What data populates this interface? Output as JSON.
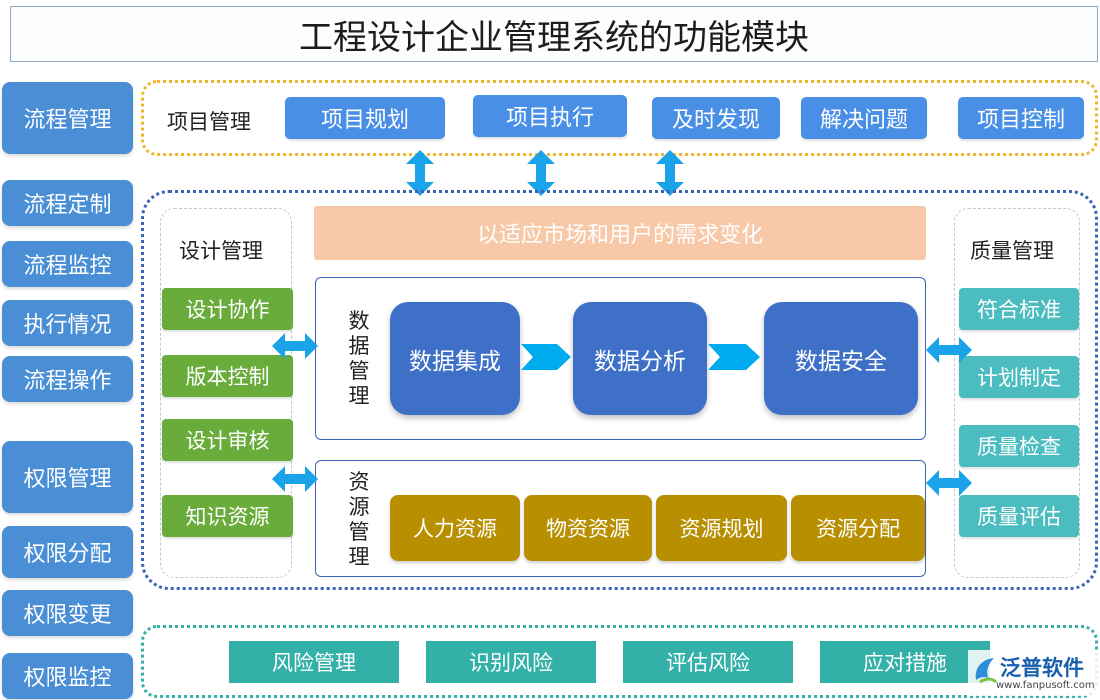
{
  "title": "工程设计企业管理系统的功能模块",
  "left_column": [
    "流程管理",
    "流程定制",
    "流程监控",
    "执行情况",
    "流程操作",
    "权限管理",
    "权限分配",
    "权限变更",
    "权限监控"
  ],
  "project": {
    "label": "项目管理",
    "items": [
      "项目规划",
      "项目执行",
      "及时发现",
      "解决问题",
      "项目控制"
    ]
  },
  "banner": "以适应市场和用户的需求变化",
  "design": {
    "label": "设计管理",
    "items": [
      "设计协作",
      "版本控制",
      "设计审核",
      "知识资源"
    ]
  },
  "data_mgmt": {
    "label": "数据管理",
    "items": [
      "数据集成",
      "数据分析",
      "数据安全"
    ]
  },
  "resource_mgmt": {
    "label": "资源管理",
    "items": [
      "人力资源",
      "物资资源",
      "资源规划",
      "资源分配"
    ]
  },
  "quality": {
    "label": "质量管理",
    "items": [
      "符合标准",
      "计划制定",
      "质量检查",
      "质量评估"
    ]
  },
  "risk": {
    "items": [
      "风险管理",
      "识别风险",
      "评估风险",
      "应对措施"
    ]
  },
  "watermark": {
    "brand": "泛普软件",
    "url": "www.fanpusoft.com"
  },
  "colors": {
    "side_blue": "#4a8fd6",
    "project_blue": "#4a8fe6",
    "design_green": "#6aac3c",
    "quality_teal": "#4bbdc1",
    "data_blue": "#3f70c8",
    "resource_gold": "#b88f00",
    "risk_teal": "#33b0a8",
    "banner_peach": "#f8c9a8",
    "arrow_cyan": "#1aa3e8"
  }
}
